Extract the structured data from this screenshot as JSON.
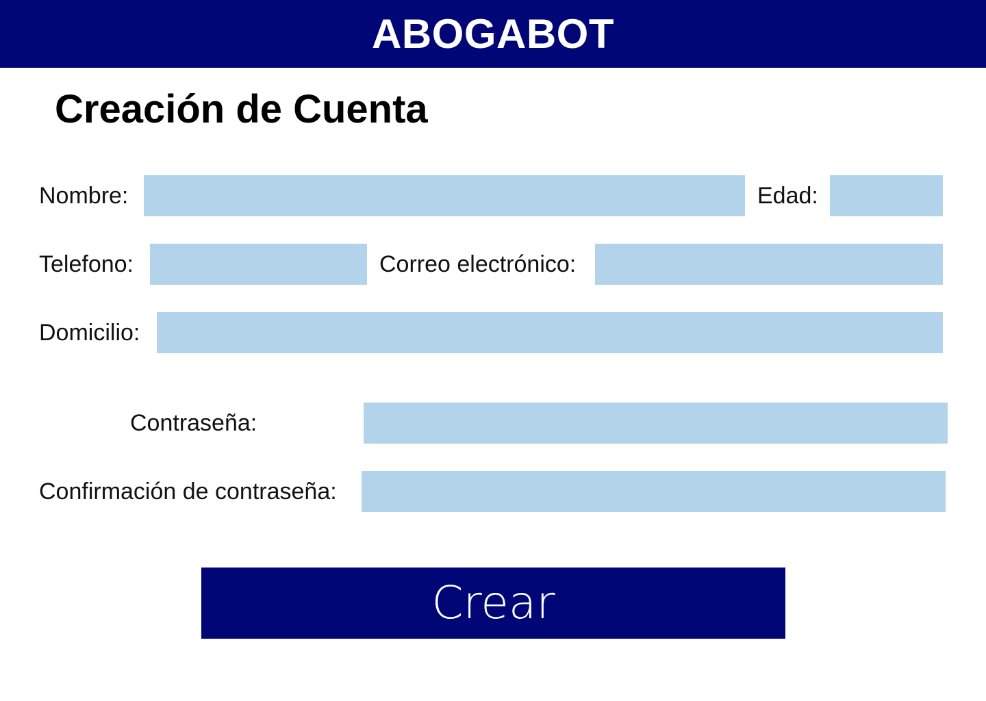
{
  "header": {
    "app_title": "ABOGABOT",
    "background_color": "#000675",
    "text_color": "#ffffff"
  },
  "page": {
    "title": "Creación de Cuenta"
  },
  "form": {
    "field_color": "#b3d3ea",
    "nombre": {
      "label": "Nombre:",
      "value": "",
      "placeholder": ""
    },
    "edad": {
      "label": "Edad:",
      "value": "",
      "placeholder": ""
    },
    "telefono": {
      "label": "Telefono:",
      "value": "",
      "placeholder": ""
    },
    "correo": {
      "label": "Correo electrónico:",
      "value": "",
      "placeholder": ""
    },
    "domicilio": {
      "label": "Domicilio:",
      "value": "",
      "placeholder": ""
    },
    "contrasena": {
      "label": "Contraseña:",
      "value": "",
      "placeholder": ""
    },
    "confirmacion": {
      "label": "Confirmación de contraseña:",
      "value": "",
      "placeholder": ""
    }
  },
  "actions": {
    "create_label": "Crear",
    "button_color": "#000675"
  }
}
